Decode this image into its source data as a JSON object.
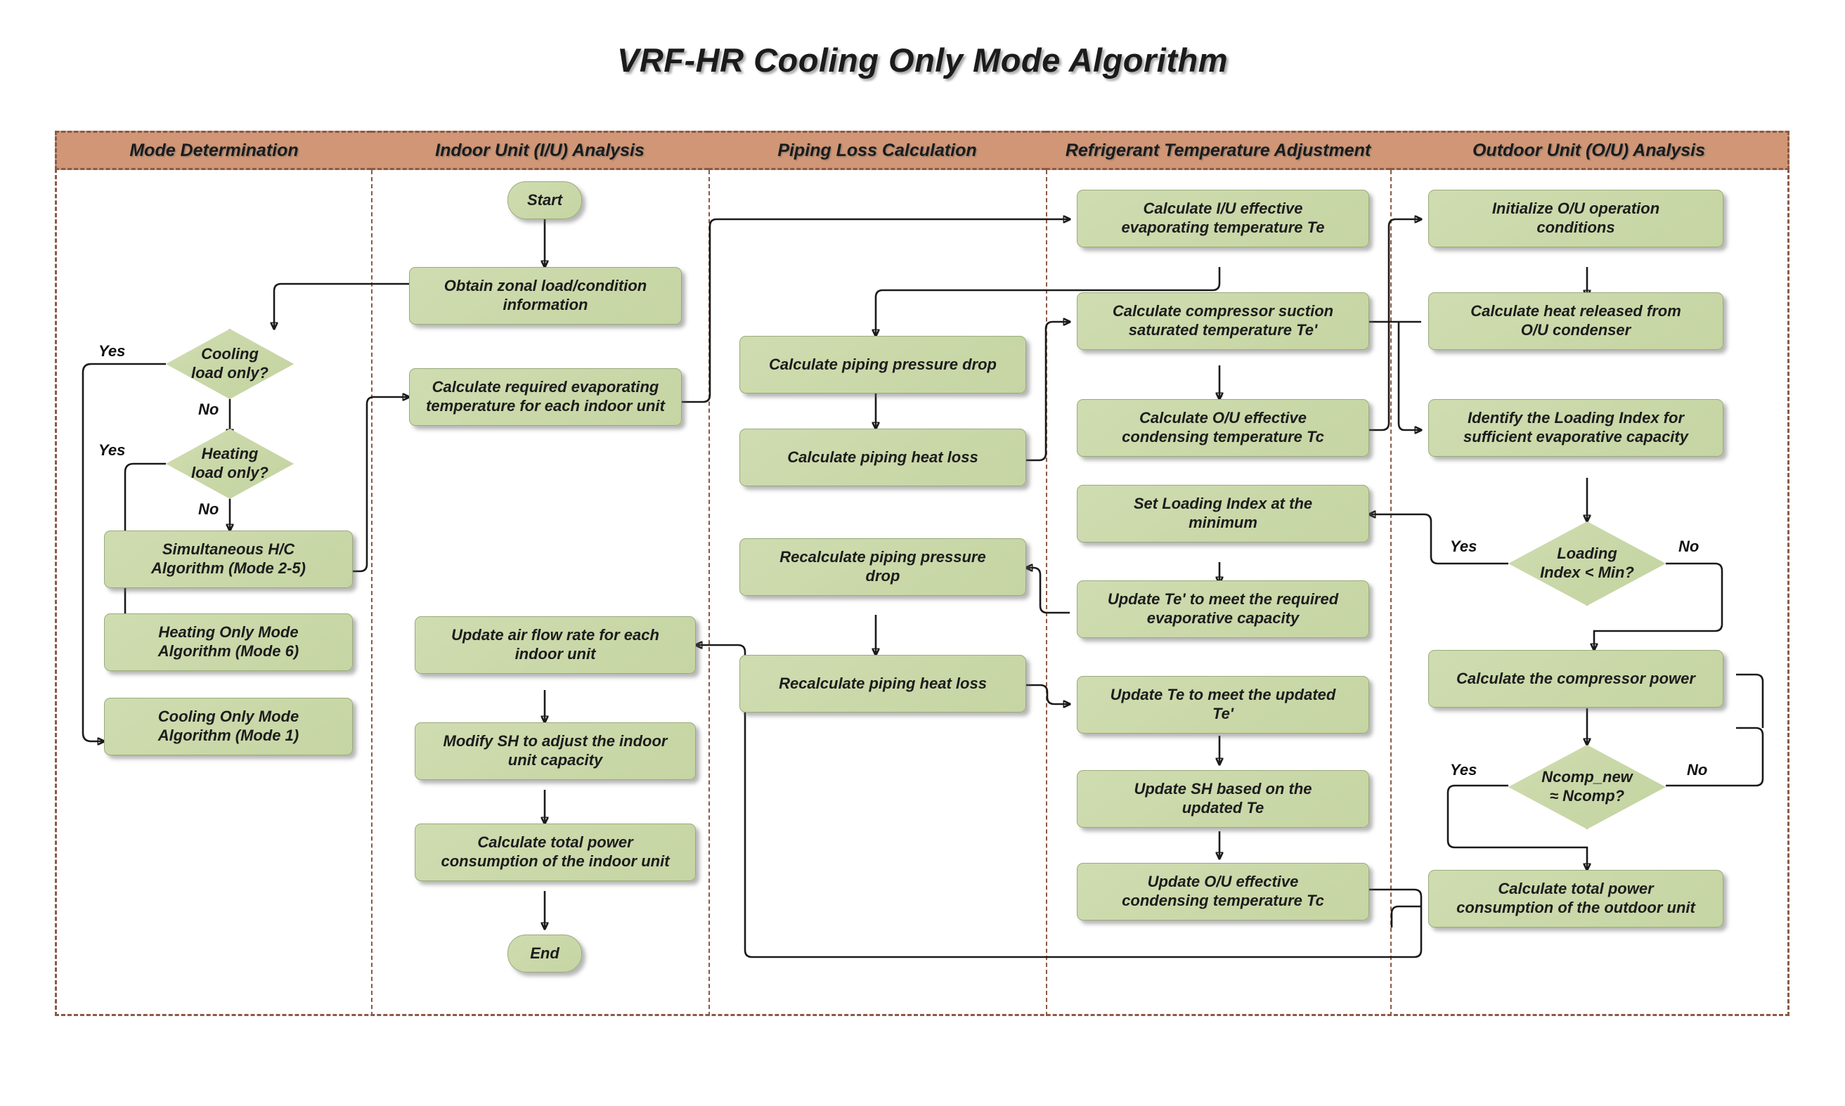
{
  "title": "VRF-HR Cooling Only Mode Algorithm",
  "colors": {
    "lane_header_bg": "#d09675",
    "node_fill": "#c9d8a8",
    "node_border": "#9aab7c",
    "frame_dash": "#8a5a46",
    "connector": "#1a1a1a",
    "text": "#1c1c1c"
  },
  "lanes": [
    {
      "id": "mode-determination",
      "label": "Mode Determination"
    },
    {
      "id": "indoor-unit-analysis",
      "label": "Indoor Unit (I/U) Analysis"
    },
    {
      "id": "piping-loss",
      "label": "Piping Loss Calculation"
    },
    {
      "id": "refrigerant-temp",
      "label": "Refrigerant Temperature Adjustment"
    },
    {
      "id": "outdoor-unit-analysis",
      "label": "Outdoor Unit (O/U) Analysis"
    }
  ],
  "nodes": {
    "start": "Start",
    "end": "End",
    "cooling_load_only": "Cooling\nload only?",
    "heating_load_only": "Heating\nload only?",
    "simultaneous_hc": "Simultaneous H/C\nAlgorithm (Mode 2-5)",
    "heating_only_mode": "Heating Only Mode\nAlgorithm (Mode 6)",
    "cooling_only_mode": "Cooling Only Mode\nAlgorithm (Mode 1)",
    "obtain_zonal_load": "Obtain zonal load/condition\ninformation",
    "calc_required_evap_temp": "Calculate required evaporating\ntemperature for each indoor unit",
    "update_air_flow": "Update air flow rate for each\nindoor unit",
    "modify_sh": "Modify SH to adjust the indoor\nunit capacity",
    "calc_total_power_iu": "Calculate total power\nconsumption of the indoor unit",
    "calc_piping_pressure_drop": "Calculate piping pressure drop",
    "calc_piping_heat_loss": "Calculate piping  heat loss",
    "recalc_piping_pressure_drop": "Recalculate piping pressure\ndrop",
    "recalc_piping_heat_loss": "Recalculate piping heat loss",
    "calc_iu_te": "Calculate I/U effective\nevaporating temperature Te",
    "calc_compressor_suction": "Calculate compressor suction\nsaturated temperature Te'",
    "calc_ou_tc": "Calculate O/U effective\ncondensing temperature Tc",
    "set_loading_index_min": "Set Loading Index at the\nminimum",
    "update_te_prime": "Update Te' to meet the required\nevaporative capacity",
    "update_te": "Update Te to meet the updated\nTe'",
    "update_sh": "Update SH based on the\nupdated Te",
    "update_ou_tc": "Update O/U effective\ncondensing temperature Tc",
    "init_ou_conditions": "Initialize O/U operation\nconditions",
    "calc_heat_released": "Calculate heat released from\nO/U condenser",
    "identify_loading_index": "Identify the Loading Index for\nsufficient evaporative capacity",
    "loading_index_min": "Loading\nIndex < Min?",
    "calc_compressor_power": "Calculate the compressor power",
    "ncomp_check": "Ncomp_new\n≈  Ncomp?",
    "calc_total_power_ou": "Calculate total power\nconsumption of the outdoor unit"
  },
  "branch_labels": {
    "cooling_yes": "Yes",
    "cooling_no": "No",
    "heating_yes": "Yes",
    "heating_no": "No",
    "loading_yes": "Yes",
    "loading_no": "No",
    "ncomp_yes": "Yes",
    "ncomp_no": "No"
  }
}
